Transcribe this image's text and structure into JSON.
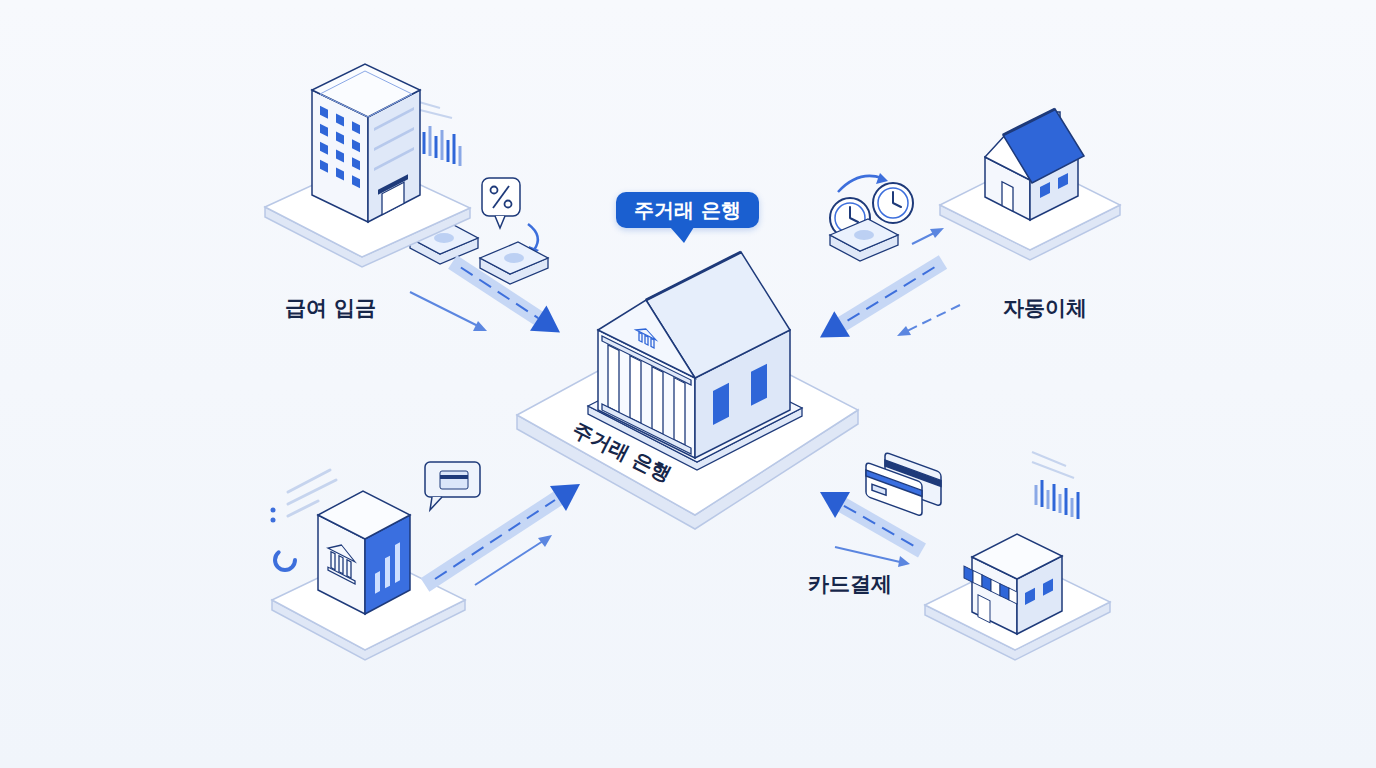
{
  "diagram": {
    "nodes": [
      {
        "text": [
          "급여 입금"
        ]
      },
      {
        "text": [
          "주거래 은행"
        ]
      },
      {
        "text": [
          "자동이체"
        ]
      },
      {
        "text": [
          "주거래 은행"
        ]
      },
      {
        "text": [
          "카드결제"
        ]
      }
    ],
    "edges": [
      {
        "from": 0,
        "to": 3,
        "arrow": "to"
      },
      {
        "from": 2,
        "to": 3,
        "arrow": "to"
      },
      {
        "from": 4,
        "to": 3,
        "arrow": "to"
      }
    ]
  }
}
